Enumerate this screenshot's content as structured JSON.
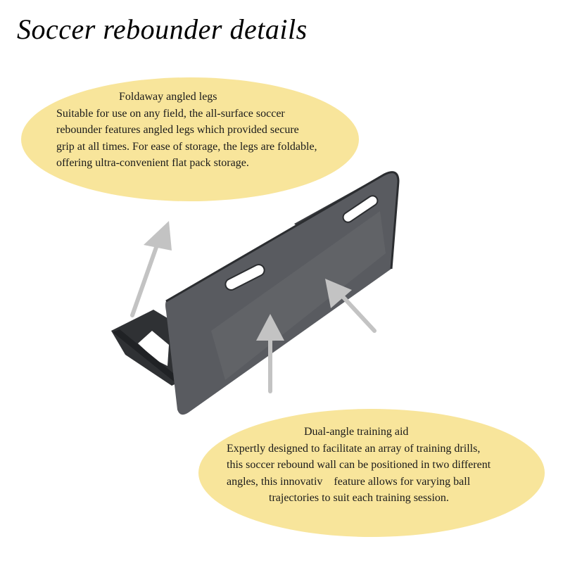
{
  "title": "Soccer rebounder details",
  "colors": {
    "bubble_fill": "#f8e59b",
    "arrow": "#c3c3c3",
    "panel_face": "#5b5d61",
    "panel_edge": "#2e3033",
    "text": "#1a1a1a"
  },
  "callouts": {
    "legs": {
      "heading": "Foldaway angled legs",
      "lines": [
        "Suitable for use on any field, the all-surface soccer",
        "rebounder features angled legs which provided secure",
        "grip at all times. For ease of storage, the legs are foldable,",
        "offering ultra-convenient flat pack storage."
      ]
    },
    "angle": {
      "heading": "Dual-angle training aid",
      "lines": [
        "Expertly designed to facilitate an array of training drills,",
        "this soccer rebound wall can be positioned in two different",
        "angles, this innovativ feature allows for varying ball",
        "trajectories to suit each training session."
      ]
    }
  }
}
